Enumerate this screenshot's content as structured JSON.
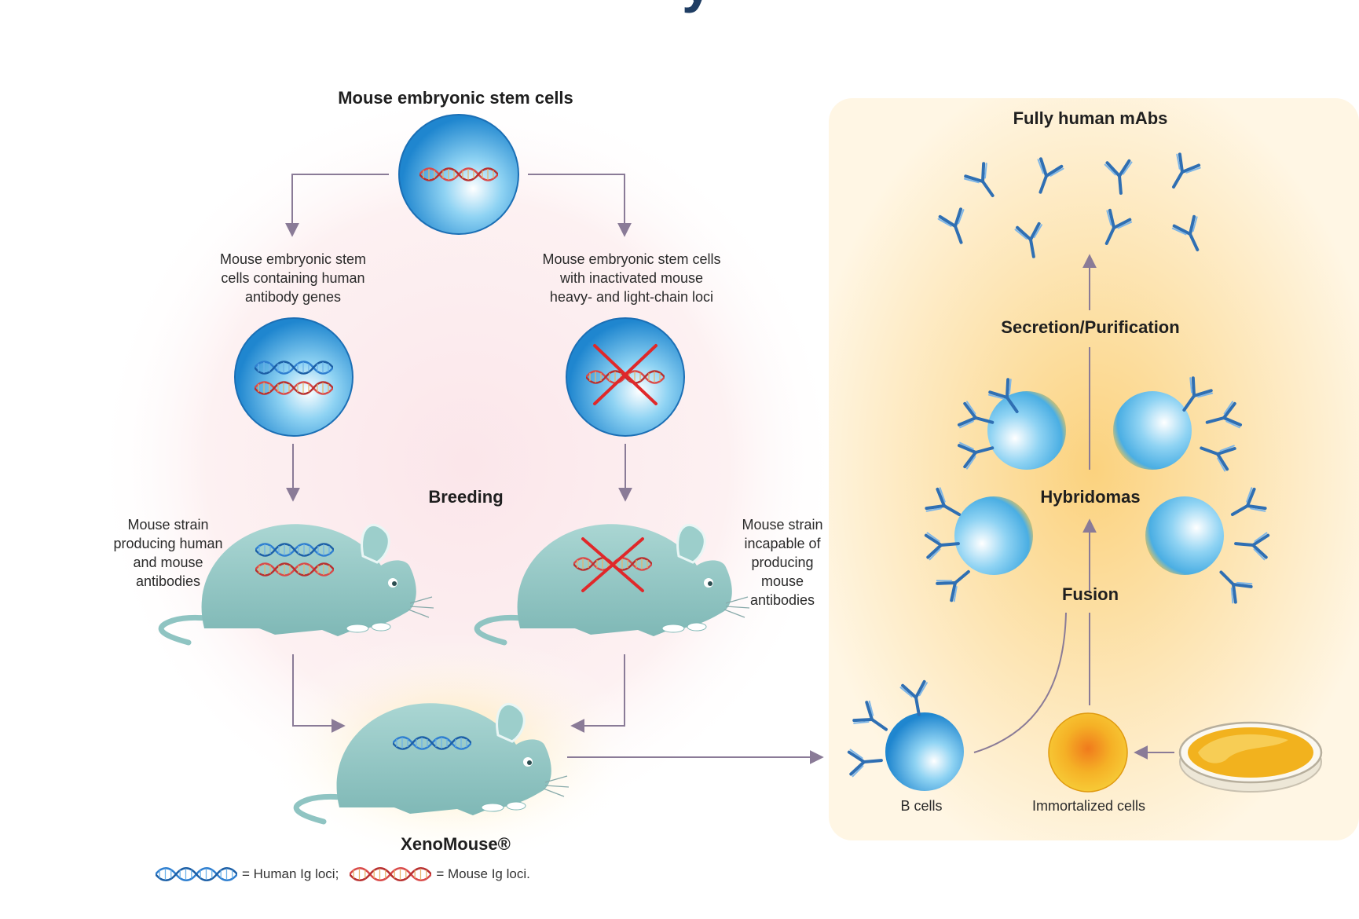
{
  "title_fragment": "y",
  "labels": {
    "stem_cells": "Mouse embryonic stem cells",
    "human_genes_cells": [
      "Mouse embryonic stem",
      "cells containing human",
      "antibody genes"
    ],
    "inactivated_cells": [
      "Mouse embryonic stem cells",
      "with inactivated mouse",
      "heavy- and light-chain loci"
    ],
    "breeding": "Breeding",
    "strain_human_mouse": [
      "Mouse strain",
      "producing human",
      "and mouse",
      "antibodies"
    ],
    "strain_incapable": [
      "Mouse strain",
      "incapable of",
      "producing",
      "mouse",
      "antibodies"
    ],
    "xenomouse": "XenoMouse®",
    "fully_human": "Fully human mAbs",
    "secretion": "Secretion/Purification",
    "hybridomas": "Hybridomas",
    "fusion": "Fusion",
    "b_cells": "B cells",
    "immortalized": "Immortalized cells"
  },
  "legend": {
    "human": "= Human Ig loci;",
    "mouse": "= Mouse Ig loci."
  },
  "colors": {
    "human_dna": "#2f7fd0",
    "mouse_dna": "#d94a4a",
    "cell": "#3fa3dc",
    "mouse_body": "#8fc4c2",
    "arrow": "#8a7b97",
    "cross": "#e0282a",
    "antibody": "#2f6fb3",
    "petri_yellow": "#f2b21e"
  },
  "icons": [
    "dna-helix-icon",
    "antibody-icon",
    "mouse-icon",
    "cell-icon",
    "petri-dish-icon"
  ]
}
